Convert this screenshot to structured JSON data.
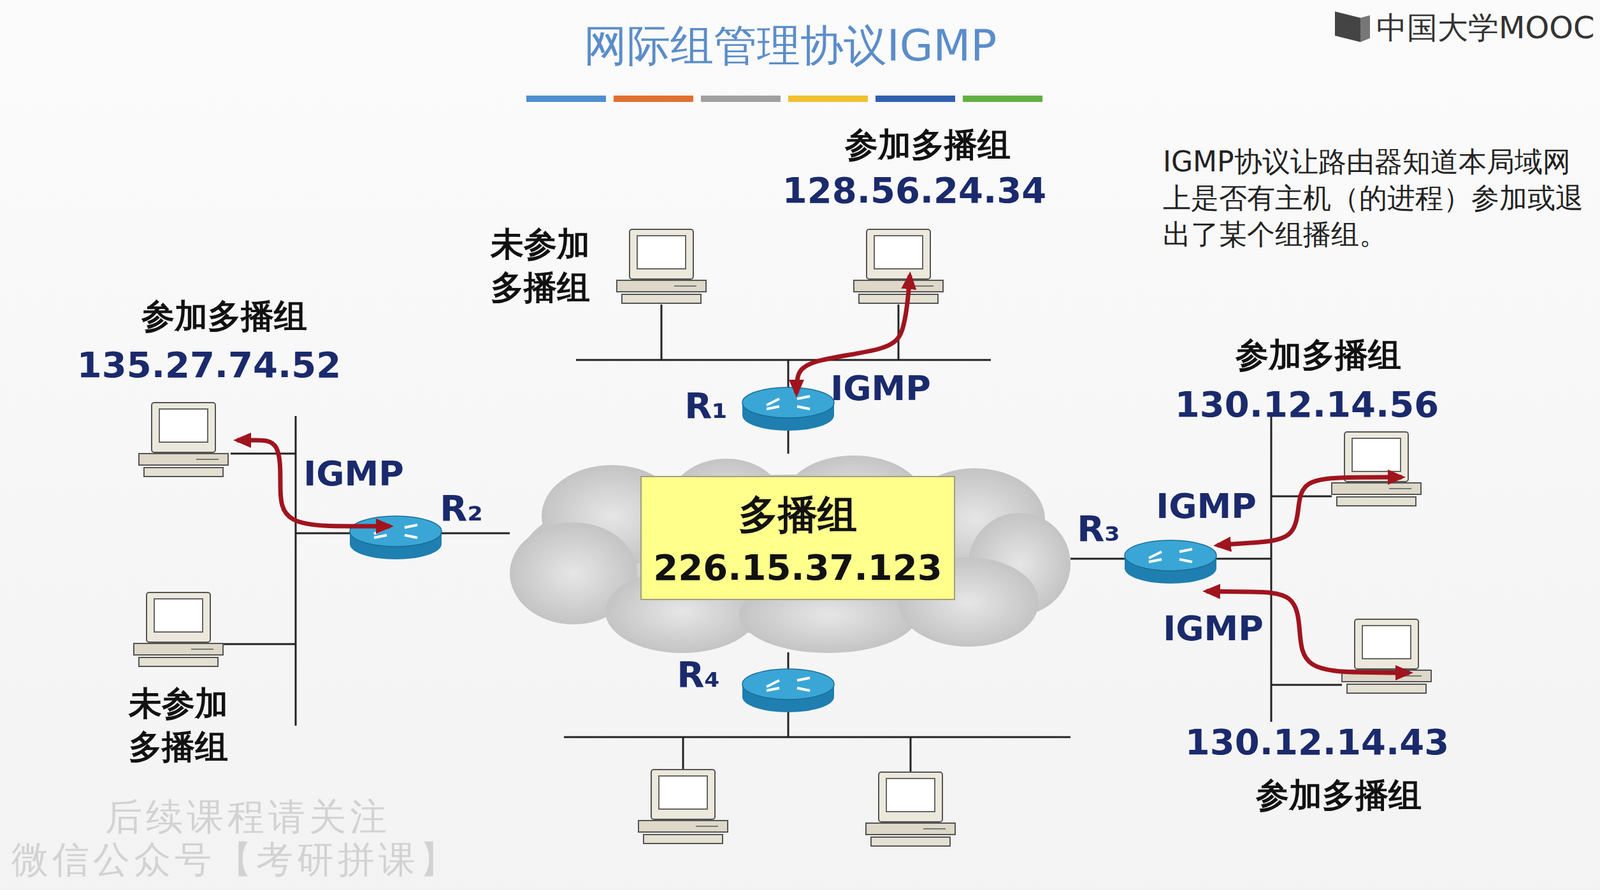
{
  "diagram": {
    "title": "网际组管理协议IGMP",
    "nodes": [
      {
        "text": [
          "多播组",
          "226.15.37.123"
        ]
      }
    ],
    "labels": [
      "中国大学MOOC",
      "IGMP协议让路由器知道本局域网上是否有主机（的进程）参加或退出了某个组播组。",
      "参加多播组",
      "128.56.24.34",
      "未参加 多播组",
      "参加多播组",
      "135.27.74.52",
      "R₁",
      "IGMP",
      "参加多播组",
      "130.12.14.56",
      "IGMP",
      "R₂",
      "IGMP",
      "R₃",
      "IGMP",
      "未参加 多播组",
      "R₄",
      "130.12.14.43",
      "参加多播组",
      "后续课程请关注",
      "微信公众号【考研拼课】"
    ]
  }
}
